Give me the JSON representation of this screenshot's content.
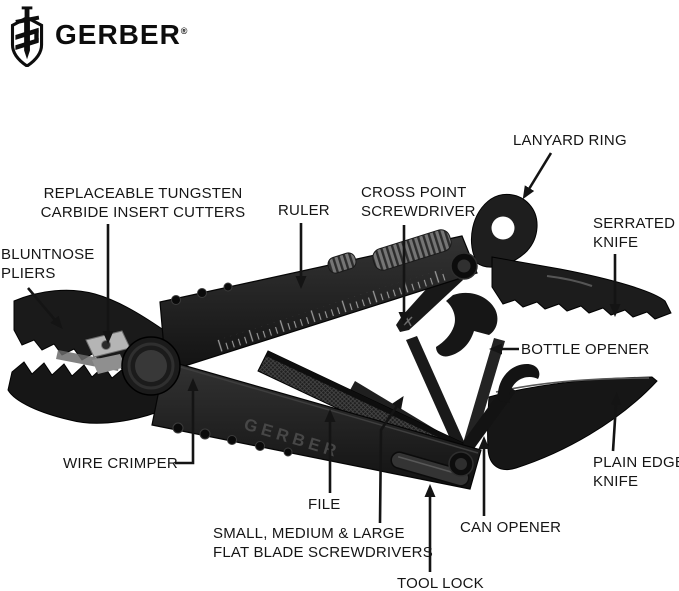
{
  "brand": {
    "wordmark": "GERBER",
    "registered_mark": "®"
  },
  "tool": {
    "handle_engraving": "GERBER"
  },
  "colors": {
    "background": "#ffffff",
    "label_text": "#151515",
    "arrow": "#141414",
    "tool_dark": "#1b1b1b",
    "tool_mid": "#2e2e2e",
    "metal_light": "#b5b5b5",
    "spring_gray": "#707070"
  },
  "labels": {
    "bluntnose_pliers": {
      "line1": "BLUNTNOSE",
      "line2": "PLIERS"
    },
    "replaceable_cutters": {
      "line1": "REPLACEABLE TUNGSTEN",
      "line2": "CARBIDE INSERT CUTTERS"
    },
    "ruler": {
      "line1": "RULER"
    },
    "cross_point_screwdriver": {
      "line1": "CROSS POINT",
      "line2": "SCREWDRIVER"
    },
    "lanyard_ring": {
      "line1": "LANYARD RING"
    },
    "serrated_knife": {
      "line1": "SERRATED",
      "line2": "KNIFE"
    },
    "bottle_opener": {
      "line1": "BOTTLE OPENER"
    },
    "plain_edge_knife": {
      "line1": "PLAIN EDGE",
      "line2": "KNIFE"
    },
    "wire_crimper": {
      "line1": "WIRE CRIMPER"
    },
    "file": {
      "line1": "FILE"
    },
    "flat_blade_screwdrivers": {
      "line1": "SMALL, MEDIUM & LARGE",
      "line2": "FLAT BLADE SCREWDRIVERS"
    },
    "can_opener": {
      "line1": "CAN OPENER"
    },
    "tool_lock": {
      "line1": "TOOL LOCK"
    }
  }
}
